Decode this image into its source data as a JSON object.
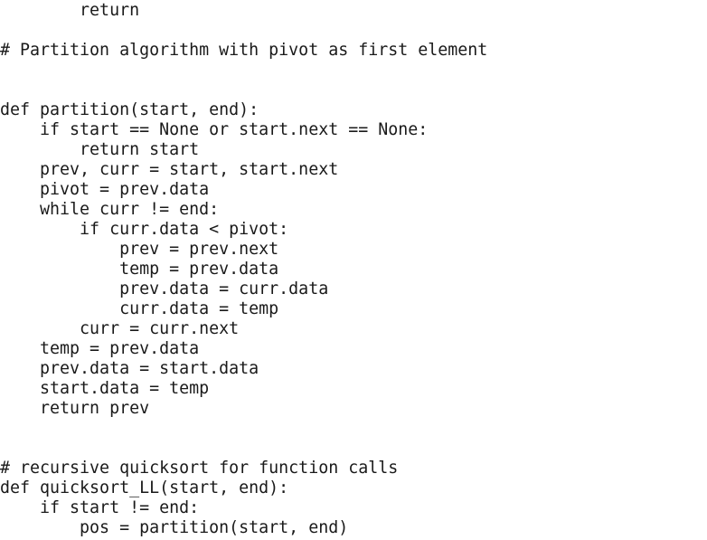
{
  "code": {
    "lines": [
      "        return",
      "",
      "# Partition algorithm with pivot as first element",
      "",
      "",
      "def partition(start, end):",
      "    if start == None or start.next == None:",
      "        return start",
      "    prev, curr = start, start.next",
      "    pivot = prev.data",
      "    while curr != end:",
      "        if curr.data < pivot:",
      "            prev = prev.next",
      "            temp = prev.data",
      "            prev.data = curr.data",
      "            curr.data = temp",
      "        curr = curr.next",
      "    temp = prev.data",
      "    prev.data = start.data",
      "    start.data = temp",
      "    return prev",
      "",
      "",
      "# recursive quicksort for function calls",
      "def quicksort_LL(start, end):",
      "    if start != end:",
      "        pos = partition(start, end)"
    ]
  }
}
